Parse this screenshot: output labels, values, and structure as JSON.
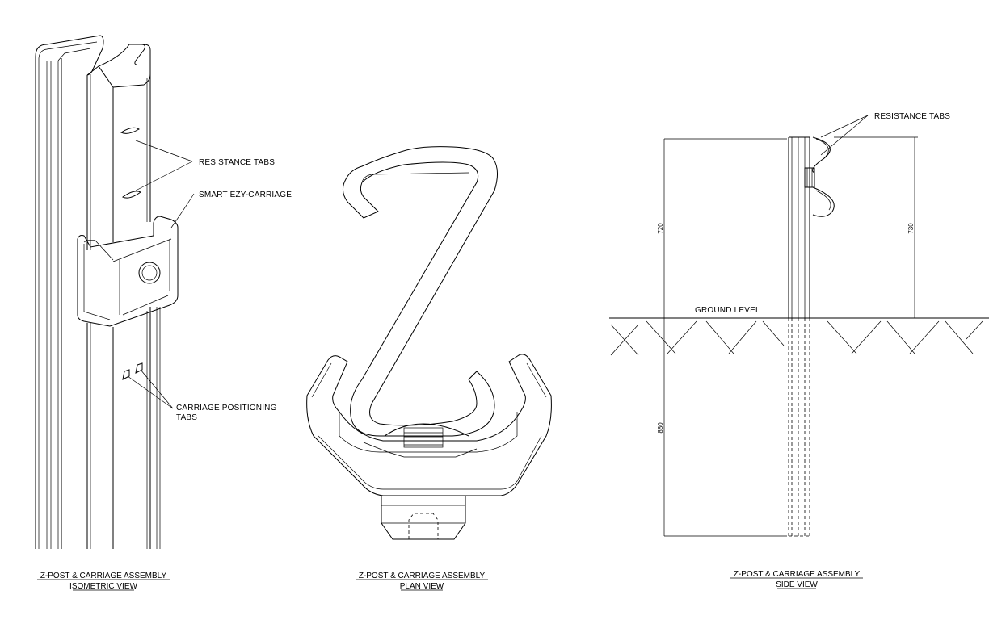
{
  "isometric": {
    "label_resistance": "RESISTANCE TABS",
    "label_carriage": "SMART EZY-CARRIAGE",
    "label_positioning_1": "CARRIAGE POSITIONING",
    "label_positioning_2": "TABS",
    "caption_line1": "Z-POST & CARRIAGE ASSEMBLY",
    "caption_line2": "ISOMETRIC VIEW"
  },
  "plan": {
    "caption_line1": "Z-POST & CARRIAGE ASSEMBLY",
    "caption_line2": "PLAN VIEW"
  },
  "side": {
    "label_resistance": "RESISTANCE TABS",
    "label_ground": "GROUND LEVEL",
    "dim_left_above": "720",
    "dim_right_above": "730",
    "dim_left_below": "880",
    "caption_line1": "Z-POST & CARRIAGE ASSEMBLY",
    "caption_line2": "SIDE VIEW"
  }
}
